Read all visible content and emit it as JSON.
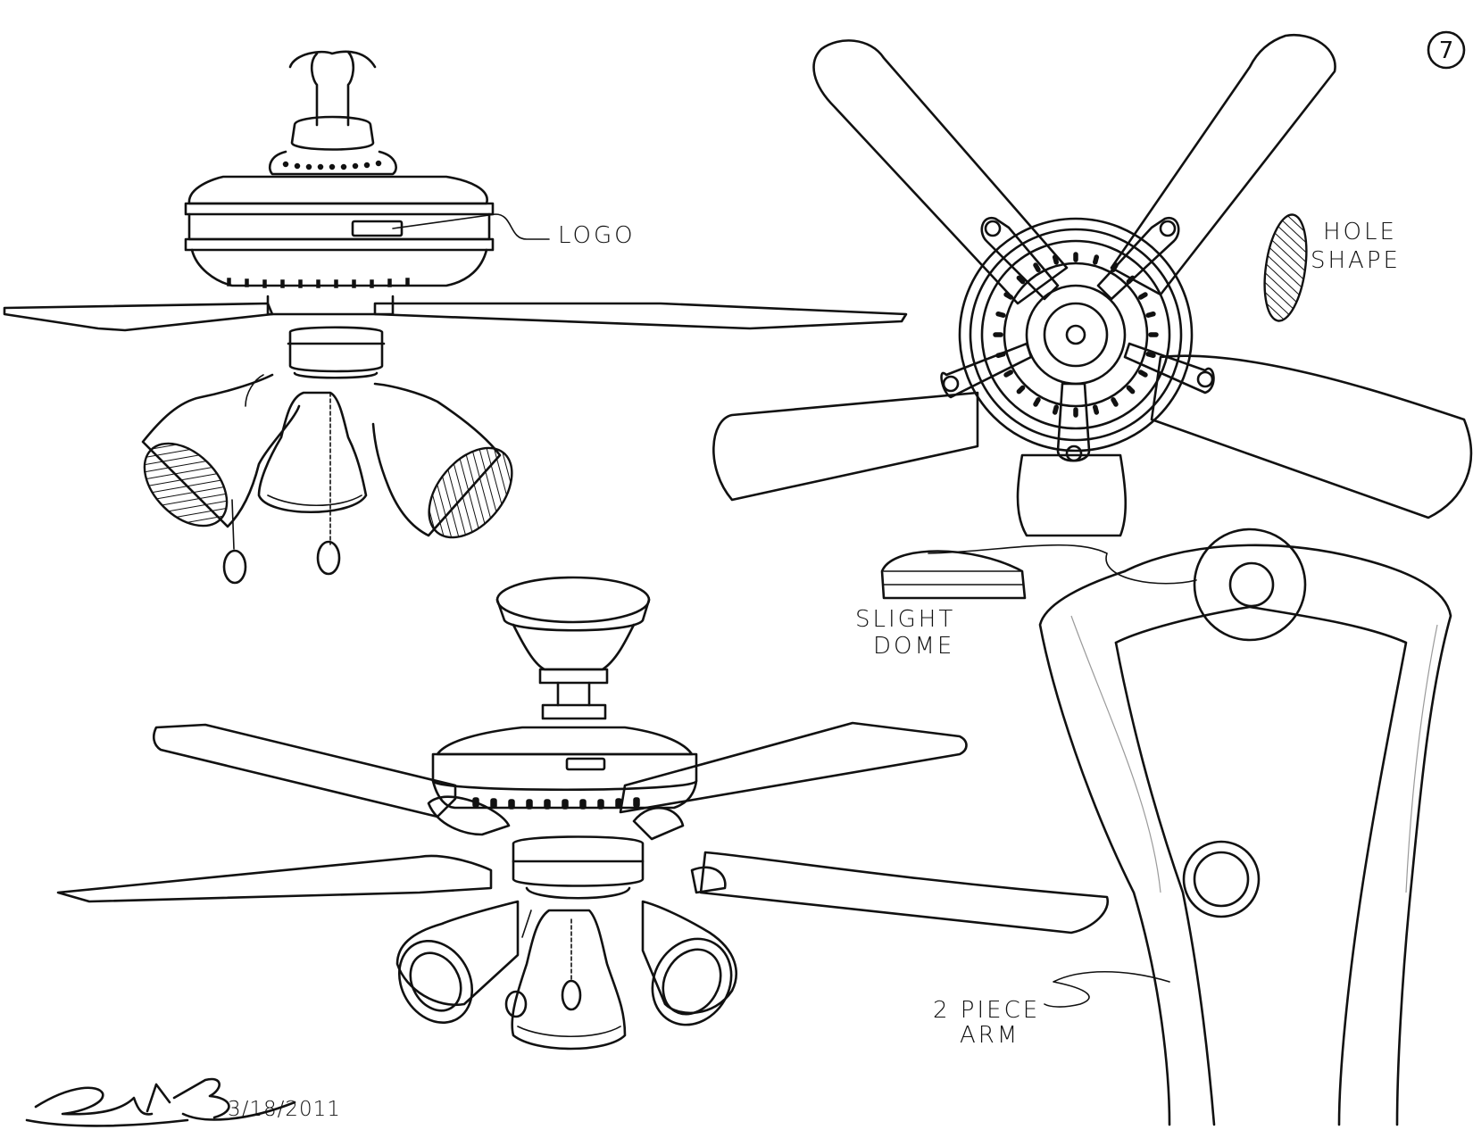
{
  "page": {
    "number": "7",
    "date": "3/18/2011",
    "colors": {
      "paper": "#ffffff",
      "ink": "#111111"
    }
  },
  "annotations": {
    "logo": "LOGO",
    "hole_shape_1": "HOLE",
    "hole_shape_2": "SHAPE",
    "slight_dome_1": "SLIGHT",
    "slight_dome_2": "DOME",
    "two_piece_arm_1": "2 PIECE",
    "two_piece_arm_2": "ARM"
  }
}
